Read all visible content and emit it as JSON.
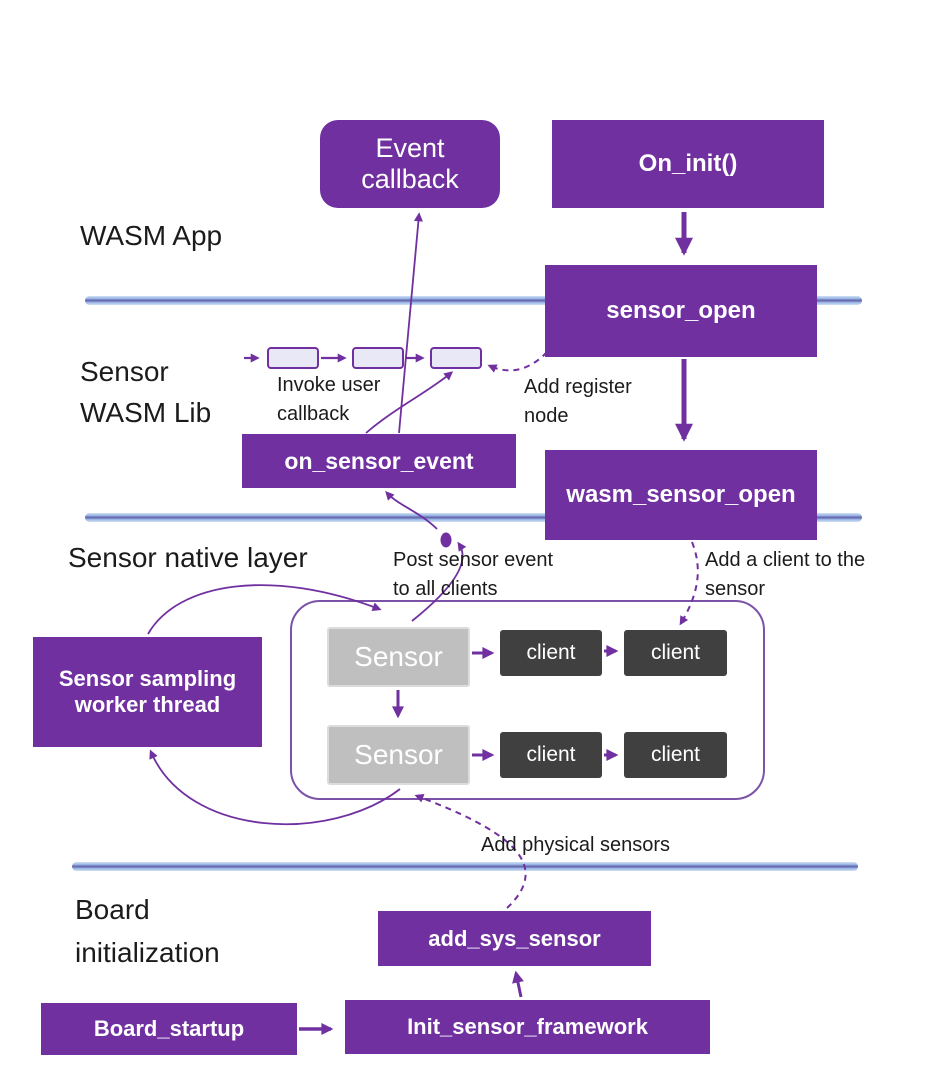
{
  "layer_labels": {
    "wasm_app": "WASM App",
    "sensor_wasm_lib": "Sensor\nWASM Lib",
    "sensor_native_layer": "Sensor native layer",
    "board_initialization": "Board\ninitialization"
  },
  "nodes": {
    "event_callback": "Event\ncallback",
    "on_init": "On_init()",
    "sensor_open": "sensor_open",
    "on_sensor_event": "on_sensor_event",
    "wasm_sensor_open": "wasm_sensor_open",
    "sensor_sampling_worker": "Sensor sampling\nworker thread",
    "sensor_1": "Sensor",
    "sensor_2": "Sensor",
    "client_1a": "client",
    "client_1b": "client",
    "client_2a": "client",
    "client_2b": "client",
    "add_sys_sensor": "add_sys_sensor",
    "board_startup": "Board_startup",
    "init_sensor_framework": "Init_sensor_framework"
  },
  "annotations": {
    "invoke_user_callback": "Invoke user\ncallback",
    "add_register_node": "Add register\nnode",
    "post_sensor_event": "Post sensor event\nto all clients",
    "add_client_to_sensor": "Add a client to the\nsensor",
    "add_physical_sensors": "Add physical sensors"
  },
  "colors": {
    "node_purple": "#7030a0",
    "sensor_gray": "#bfbfbf",
    "client_dark": "#404040",
    "arrow_purple": "#7030a0",
    "divider_blue": "#9ab7e6",
    "listbox_fill": "#e9e8f6"
  }
}
